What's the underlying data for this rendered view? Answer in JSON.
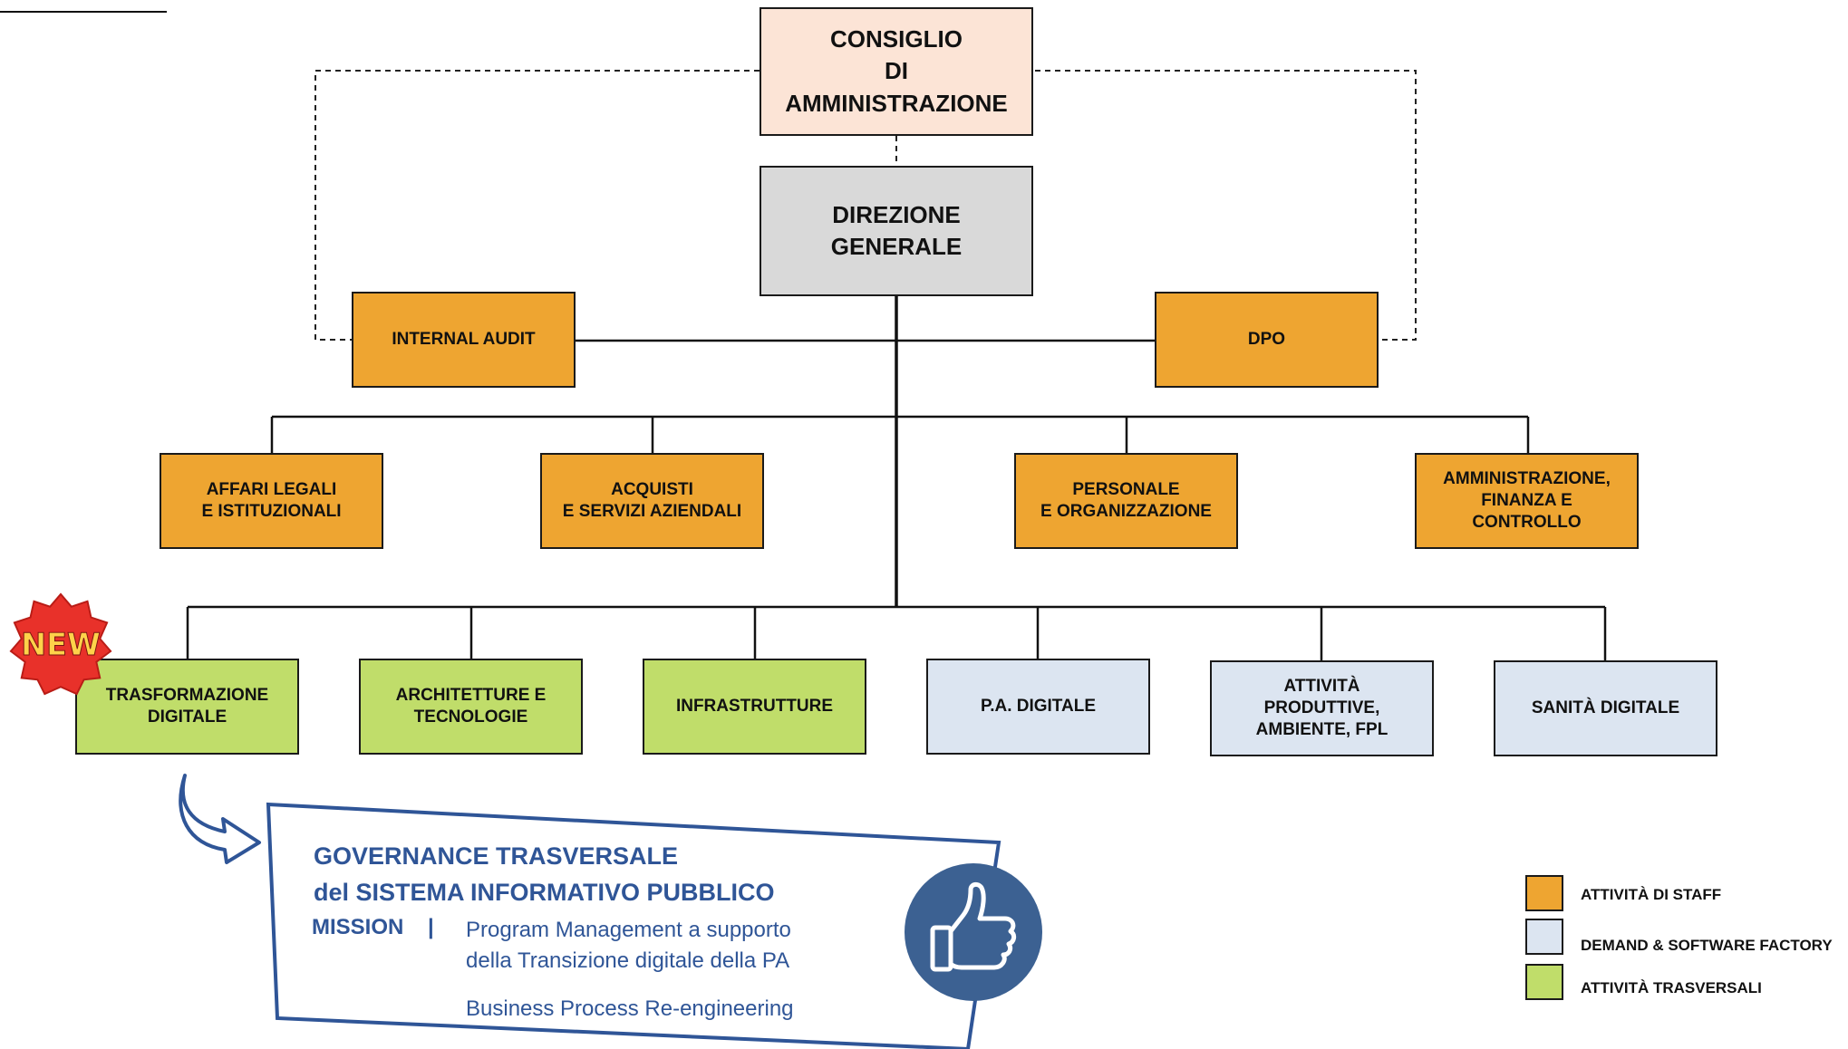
{
  "top": {
    "board": "CONSIGLIO\nDI\nAMMINISTRAZIONE",
    "general": "DIREZIONE\nGENERALE"
  },
  "staff_top": [
    {
      "id": "internal-audit",
      "label": "INTERNAL AUDIT"
    },
    {
      "id": "dpo",
      "label": "DPO"
    }
  ],
  "staff_units": [
    {
      "id": "affari-legali",
      "label": "AFFARI LEGALI\nE ISTITUZIONALI"
    },
    {
      "id": "acquisti",
      "label": "ACQUISTI\nE SERVIZI AZIENDALI"
    },
    {
      "id": "personale",
      "label": "PERSONALE\nE ORGANIZZAZIONE"
    },
    {
      "id": "amministrazione",
      "label": "AMMINISTRAZIONE,\nFINANZA E\nCONTROLLO"
    }
  ],
  "operational_units": [
    {
      "id": "trasformazione-digitale",
      "label": "TRASFORMAZIONE\nDIGITALE",
      "category": "trasversale"
    },
    {
      "id": "architetture",
      "label": "ARCHITETTURE E\nTECNOLOGIE",
      "category": "trasversale"
    },
    {
      "id": "infrastrutture",
      "label": "INFRASTRUTTURE",
      "category": "trasversale"
    },
    {
      "id": "pa-digitale",
      "label": "P.A. DIGITALE",
      "category": "demand"
    },
    {
      "id": "attivita-produttive",
      "label": "ATTIVITÀ\nPRODUTTIVE,\nAMBIENTE, FPL",
      "category": "demand"
    },
    {
      "id": "sanita-digitale",
      "label": "SANITÀ DIGITALE",
      "category": "demand"
    }
  ],
  "badge": {
    "text": "NEW"
  },
  "governance": {
    "title": "GOVERNANCE TRASVERSALE\ndel SISTEMA INFORMATIVO PUBBLICO",
    "mission_label": "MISSION",
    "separator": "|",
    "items": [
      "Program Management a supporto\ndella Transizione digitale della PA",
      "Business Process Re-engineering"
    ]
  },
  "legend": [
    {
      "label": "ATTIVITÀ DI STAFF",
      "color": "#EEA531"
    },
    {
      "label": "DEMAND & SOFTWARE FACTORY",
      "color": "#DCE5F1"
    },
    {
      "label": "ATTIVITÀ TRASVERSALI",
      "color": "#C0DD6A"
    }
  ],
  "colors": {
    "staff": "#EEA531",
    "demand": "#DCE5F1",
    "trasversale": "#C0DD6A",
    "board": "#FCE4D6",
    "general": "#D9D9D9",
    "accent_blue": "#2F5597",
    "badge_red": "#E8312A"
  },
  "icons": [
    "new-badge-icon",
    "curved-arrow-icon",
    "thumbs-up-icon"
  ]
}
